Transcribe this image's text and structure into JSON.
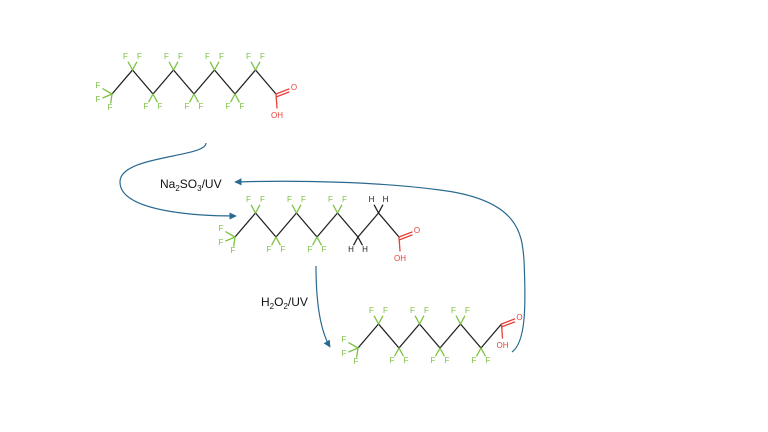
{
  "atoms": {
    "fluorine": "F",
    "oxygen": "O",
    "hydroxyl": "OH",
    "hydrogen": "H"
  },
  "reagents": [
    {
      "base": "Na",
      "sub1": "2",
      "mid": "SO",
      "sub2": "3",
      "tail": "/UV"
    },
    {
      "base": "H",
      "sub1": "2",
      "mid": "O",
      "sub2": "2",
      "tail": "/UV"
    }
  ],
  "colors": {
    "fluorine": "#7cc142",
    "oxygen": "#e8413a",
    "arrow": "#2a6a90",
    "bond": "#222222"
  }
}
